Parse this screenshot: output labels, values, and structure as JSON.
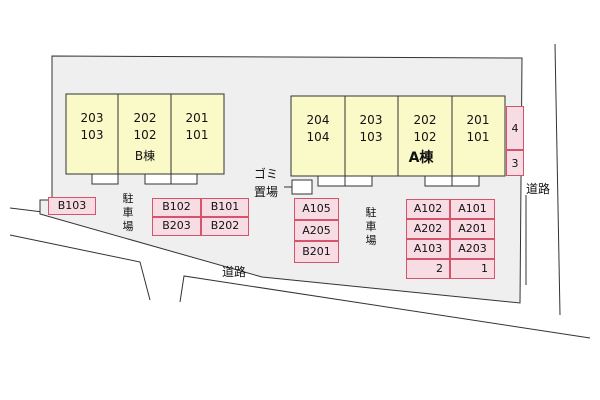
{
  "colors": {
    "site_fill": "#efefef",
    "site_stroke": "#333333",
    "building_fill": "#fafac8",
    "parking_fill": "#f8dce3",
    "parking_stroke": "#d4546c",
    "road_line": "#333333"
  },
  "buildings": {
    "b": {
      "name": "B棟",
      "units": [
        {
          "upper": "203",
          "lower": "103"
        },
        {
          "upper": "202",
          "lower": "102"
        },
        {
          "upper": "201",
          "lower": "101"
        }
      ]
    },
    "a": {
      "name": "A棟",
      "units": [
        {
          "upper": "204",
          "lower": "104"
        },
        {
          "upper": "203",
          "lower": "103"
        },
        {
          "upper": "202",
          "lower": "102"
        },
        {
          "upper": "201",
          "lower": "101"
        }
      ],
      "side_spaces": [
        "4",
        "3"
      ]
    }
  },
  "parking": {
    "west_single": "B103",
    "b_lot": [
      "B102",
      "B101",
      "B203",
      "B202"
    ],
    "center_lot": [
      "A105",
      "A205",
      "B201"
    ],
    "a_lot": [
      "A102",
      "A101",
      "A202",
      "A201",
      "A103",
      "A203",
      "2",
      "1"
    ]
  },
  "labels": {
    "parking_left": "駐車場",
    "parking_center": "駐車場",
    "garbage": "ゴミ置場",
    "road_south": "道路",
    "road_east": "道路"
  }
}
